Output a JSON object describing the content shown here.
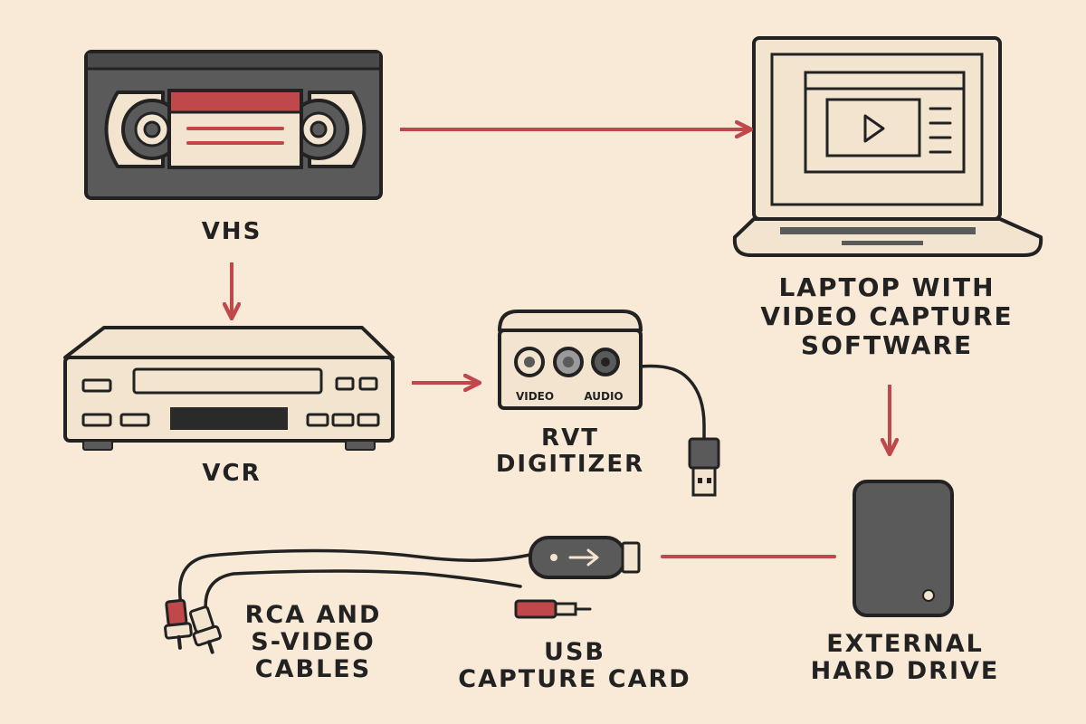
{
  "labels": {
    "vhs": [
      "VHS"
    ],
    "vcr": [
      "VCR"
    ],
    "digitizer": [
      "RVT",
      "DIGITIZER"
    ],
    "laptop": [
      "LAPTOP WITH",
      "VIDEO CAPTURE",
      "SOFTWARE"
    ],
    "cables": [
      "RCA AND",
      "S-VIDEO",
      "CABLES"
    ],
    "capture_card": [
      "USB",
      "CAPTURE CARD"
    ],
    "hard_drive": [
      "EXTERNAL",
      "HARD DRIVE"
    ],
    "jack_video": "VIDEO",
    "jack_audio": "AUDIO"
  },
  "colors": {
    "background": "#f9ead8",
    "ink": "#222222",
    "accent": "#c0484a",
    "dark_gray": "#5a5a5a",
    "cream": "#fbecd8"
  }
}
